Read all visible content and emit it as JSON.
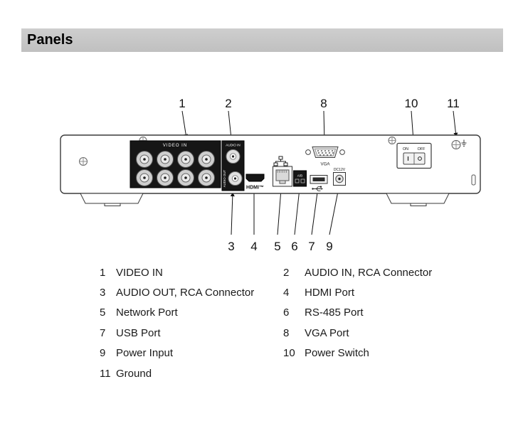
{
  "page": {
    "title": "Panels"
  },
  "colors": {
    "header_bar": "#c9c9c9",
    "panel_black": "#161616",
    "text": "#111111"
  },
  "icons": {
    "screw": "screw-icon",
    "ethernet": "ethernet-icon",
    "usb": "usb-icon",
    "ground": "ground-icon"
  },
  "diagram": {
    "callouts_top": [
      "1",
      "2",
      "8",
      "10",
      "11"
    ],
    "callouts_bottom": [
      "3",
      "4",
      "5",
      "6",
      "7",
      "9"
    ],
    "labels": {
      "video_in": "VIDEO IN",
      "audio_in": "AUDIO IN",
      "audio_out": "AUDIO OUT",
      "hdmi_logo": "HDMI™",
      "rs485": "A/B",
      "vga": "VGA",
      "dc": "DC12V",
      "on": "ON",
      "off": "OFF"
    }
  },
  "legend": {
    "rows": [
      {
        "ln": "1",
        "lt": "VIDEO IN",
        "rn": "2",
        "rt": "AUDIO IN, RCA Connector"
      },
      {
        "ln": "3",
        "lt": "AUDIO OUT, RCA Connector",
        "rn": "4",
        "rt": "HDMI Port"
      },
      {
        "ln": "5",
        "lt": "Network Port",
        "rn": "6",
        "rt": "RS-485 Port"
      },
      {
        "ln": "7",
        "lt": "USB Port",
        "rn": "8",
        "rt": "VGA Port"
      },
      {
        "ln": "9",
        "lt": "Power Input",
        "rn": "10",
        "rt": "Power Switch"
      },
      {
        "ln": "11",
        "lt": "Ground",
        "rn": "",
        "rt": ""
      }
    ]
  }
}
